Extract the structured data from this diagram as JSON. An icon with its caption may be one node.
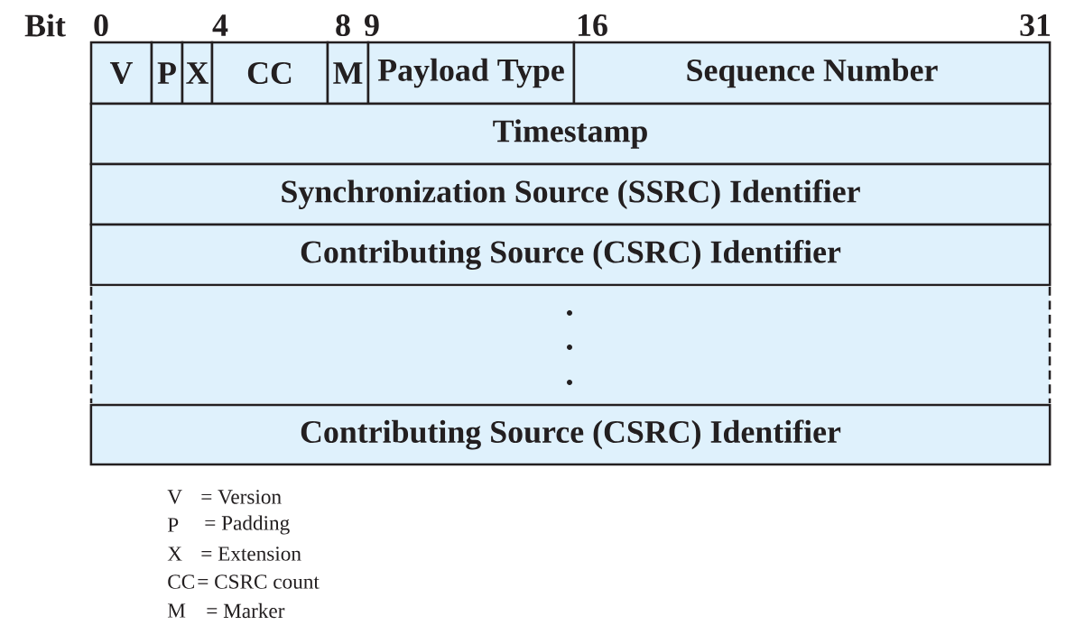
{
  "diagram": {
    "nodes": [
      {
        "text": [
          "V"
        ]
      },
      {
        "text": [
          "P"
        ]
      },
      {
        "text": [
          "X"
        ]
      },
      {
        "text": [
          "CC"
        ]
      },
      {
        "text": [
          "M"
        ]
      },
      {
        "text": [
          "Payload Type"
        ]
      },
      {
        "text": [
          "Sequence Number"
        ]
      },
      {
        "text": [
          "Timestamp"
        ]
      },
      {
        "text": [
          "Synchronization Source (SSRC) Identifier"
        ]
      },
      {
        "text": [
          "Contributing Source (CSRC) Identifier"
        ]
      },
      {
        "text": [],
        "shape": "box"
      },
      {
        "text": [
          "Contributing Source (CSRC) Identifier"
        ]
      }
    ],
    "labels": [
      "Bit",
      "0",
      "4",
      "8",
      "9",
      "16",
      "31",
      "V",
      "= Version",
      "P",
      "= Padding",
      "X",
      "= Extension",
      "CC",
      "= CSRC count",
      "M",
      "= Marker"
    ]
  }
}
